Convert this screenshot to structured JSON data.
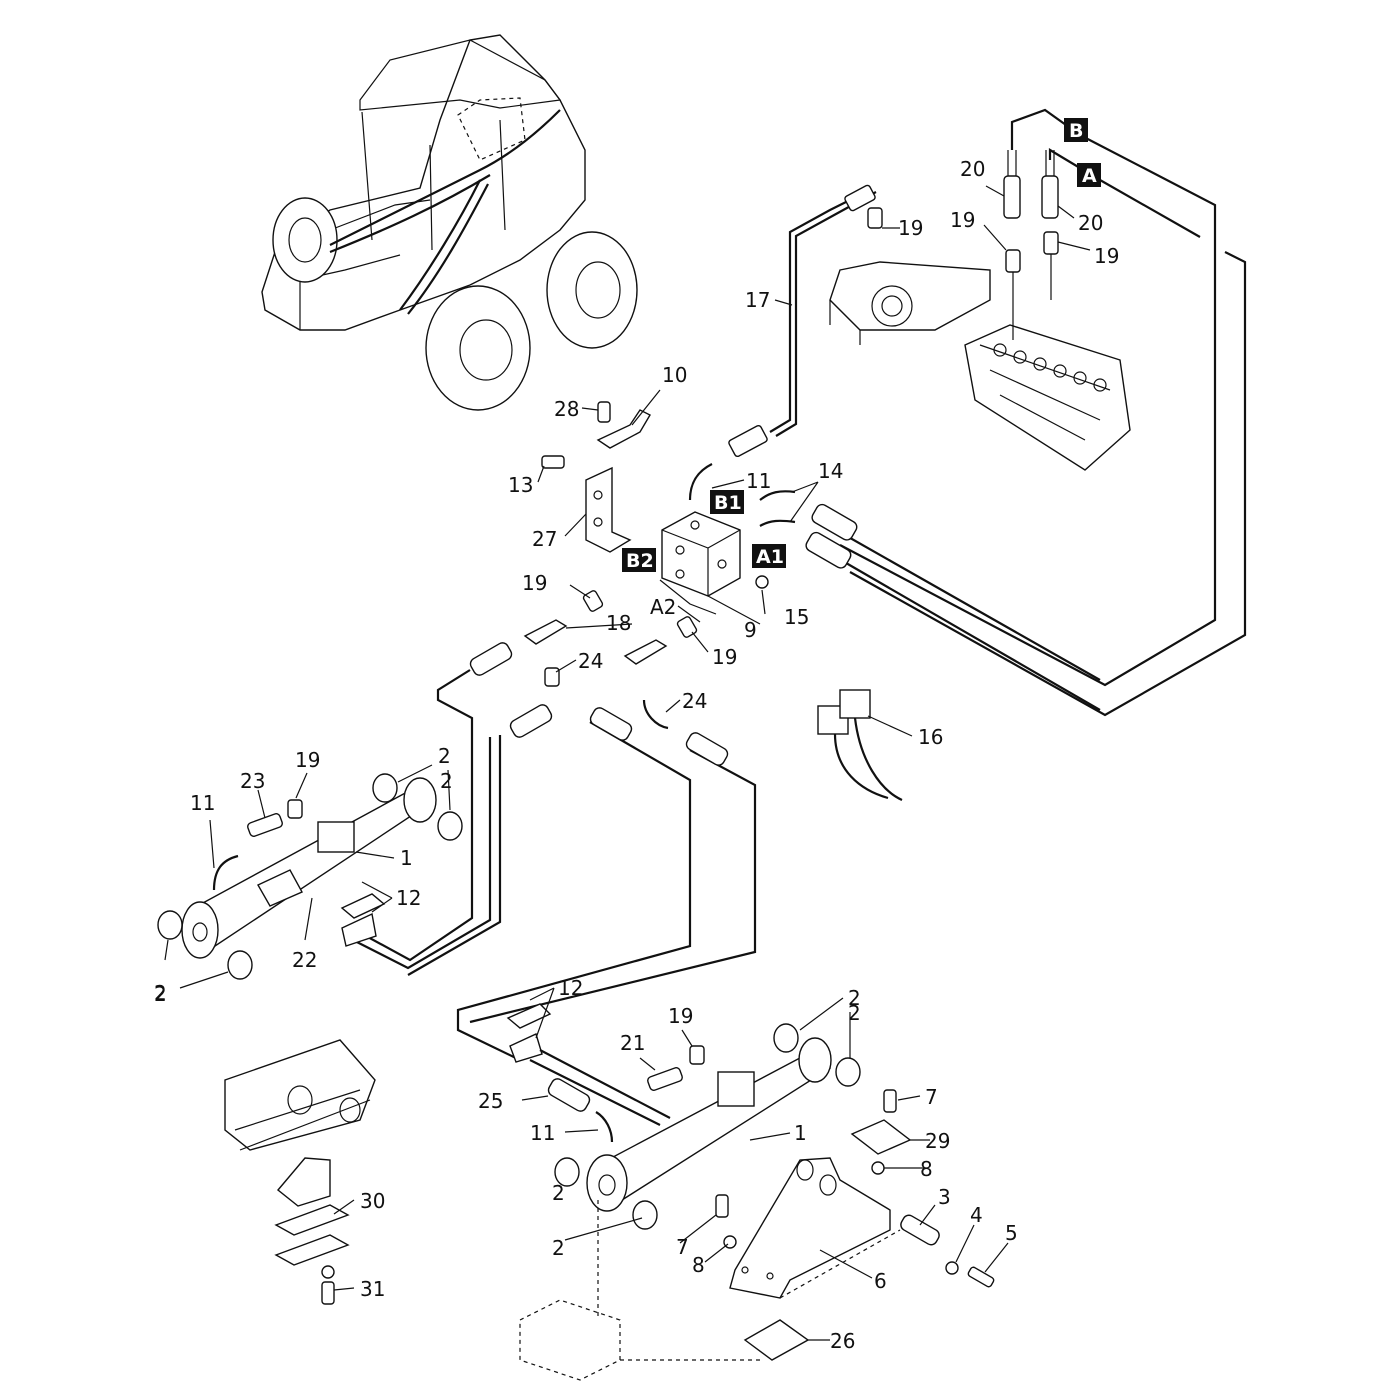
{
  "port_tags": {
    "B": "B",
    "A": "A",
    "B1": "B1",
    "B2": "B2",
    "A1": "A1"
  },
  "port_labels": {
    "A2": "A2"
  },
  "callouts": [
    {
      "id": "c-20a",
      "text": "20"
    },
    {
      "id": "c-20b",
      "text": "20"
    },
    {
      "id": "c-19a",
      "text": "19"
    },
    {
      "id": "c-19b",
      "text": "19"
    },
    {
      "id": "c-19c",
      "text": "19"
    },
    {
      "id": "c-19d",
      "text": "19"
    },
    {
      "id": "c-19e",
      "text": "19"
    },
    {
      "id": "c-19f",
      "text": "19"
    },
    {
      "id": "c-19g",
      "text": "19"
    },
    {
      "id": "c-17",
      "text": "17"
    },
    {
      "id": "c-10",
      "text": "10"
    },
    {
      "id": "c-28",
      "text": "28"
    },
    {
      "id": "c-13",
      "text": "13"
    },
    {
      "id": "c-11a",
      "text": "11"
    },
    {
      "id": "c-11b",
      "text": "11"
    },
    {
      "id": "c-11c",
      "text": "11"
    },
    {
      "id": "c-14",
      "text": "14"
    },
    {
      "id": "c-27",
      "text": "27"
    },
    {
      "id": "c-15",
      "text": "15"
    },
    {
      "id": "c-9",
      "text": "9"
    },
    {
      "id": "c-18",
      "text": "18"
    },
    {
      "id": "c-24a",
      "text": "24"
    },
    {
      "id": "c-24b",
      "text": "24"
    },
    {
      "id": "c-16",
      "text": "16"
    },
    {
      "id": "c-23",
      "text": "23"
    },
    {
      "id": "c-2a",
      "text": "2"
    },
    {
      "id": "c-2b",
      "text": "2"
    },
    {
      "id": "c-2c",
      "text": "2"
    },
    {
      "id": "c-2d",
      "text": "2"
    },
    {
      "id": "c-2e",
      "text": "2"
    },
    {
      "id": "c-2f",
      "text": "2"
    },
    {
      "id": "c-2g",
      "text": "2"
    },
    {
      "id": "c-2h",
      "text": "2"
    },
    {
      "id": "c-1a",
      "text": "1"
    },
    {
      "id": "c-1b",
      "text": "1"
    },
    {
      "id": "c-12a",
      "text": "12"
    },
    {
      "id": "c-12b",
      "text": "12"
    },
    {
      "id": "c-22",
      "text": "22"
    },
    {
      "id": "c-21",
      "text": "21"
    },
    {
      "id": "c-25",
      "text": "25"
    },
    {
      "id": "c-7a",
      "text": "7"
    },
    {
      "id": "c-7b",
      "text": "7"
    },
    {
      "id": "c-29",
      "text": "29"
    },
    {
      "id": "c-8a",
      "text": "8"
    },
    {
      "id": "c-8b",
      "text": "8"
    },
    {
      "id": "c-3",
      "text": "3"
    },
    {
      "id": "c-4",
      "text": "4"
    },
    {
      "id": "c-5",
      "text": "5"
    },
    {
      "id": "c-6",
      "text": "6"
    },
    {
      "id": "c-26",
      "text": "26"
    },
    {
      "id": "c-30",
      "text": "30"
    },
    {
      "id": "c-31",
      "text": "31"
    }
  ]
}
